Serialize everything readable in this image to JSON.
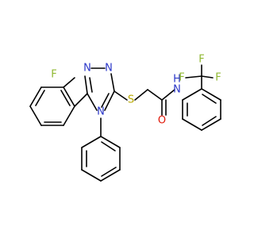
{
  "atoms": {
    "F_aryl": {
      "text": "F",
      "color": "#8fb830"
    },
    "N_triazole_1": {
      "text": "N",
      "color": "#2a36c8"
    },
    "N_triazole_2": {
      "text": "N",
      "color": "#2a36c8"
    },
    "N_triazole_4": {
      "text": "N",
      "color": "#2a36c8"
    },
    "S": {
      "text": "S",
      "color": "#b8a800"
    },
    "O": {
      "text": "O",
      "color": "#e0190a"
    },
    "NH": {
      "text": "N",
      "h": "H",
      "color": "#2a36c8"
    },
    "F1": {
      "text": "F",
      "color": "#8fb830"
    },
    "F2": {
      "text": "F",
      "color": "#8fb830"
    },
    "F3": {
      "text": "F",
      "color": "#8fb830"
    }
  },
  "colors": {
    "bond": "#000000",
    "background": "#ffffff"
  }
}
